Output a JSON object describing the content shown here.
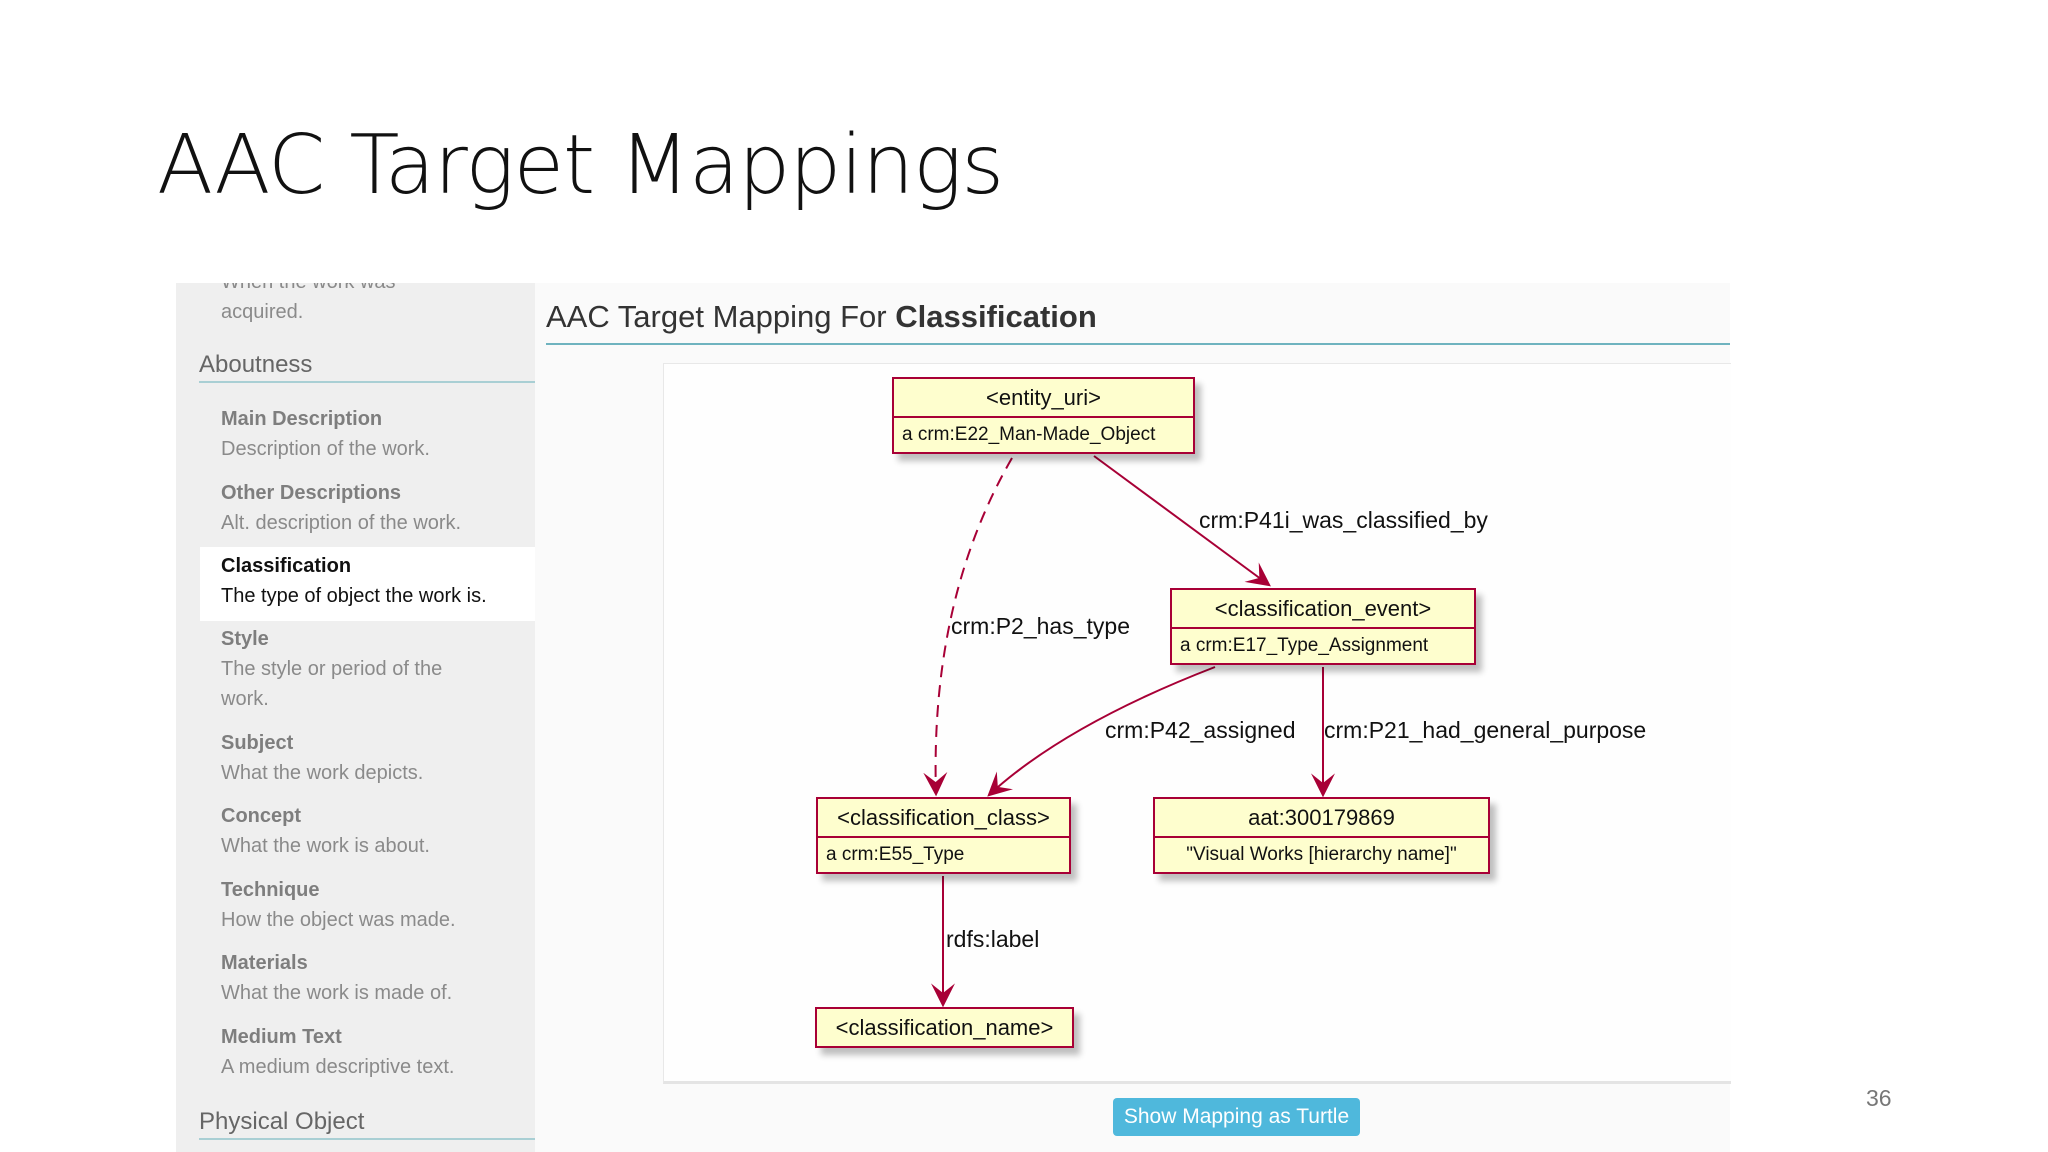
{
  "slide": {
    "title": "AAC Target Mappings",
    "page_number": "36"
  },
  "sidebar": {
    "truncated_top": "When the work was",
    "truncated_desc": "acquired.",
    "section_aboutness": "Aboutness",
    "items": [
      {
        "title": "Main Description",
        "desc": [
          "Description of the work."
        ]
      },
      {
        "title": "Other Descriptions",
        "desc": [
          "Alt. description of the work."
        ]
      },
      {
        "title": "Classification",
        "desc": [
          "The type of object the work is."
        ],
        "selected": true
      },
      {
        "title": "Style",
        "desc": [
          "The style or period of the",
          "work."
        ]
      },
      {
        "title": "Subject",
        "desc": [
          "What the work depicts."
        ]
      },
      {
        "title": "Concept",
        "desc": [
          "What the work is about."
        ]
      },
      {
        "title": "Technique",
        "desc": [
          "How the object was made."
        ]
      },
      {
        "title": "Materials",
        "desc": [
          "What the work is made of."
        ]
      },
      {
        "title": "Medium Text",
        "desc": [
          "A medium descriptive text."
        ]
      }
    ],
    "section_physical": "Physical Object"
  },
  "panel": {
    "header_prefix": "AAC Target Mapping For ",
    "header_bold": "Classification",
    "button_label": "Show Mapping as Turtle",
    "button_color": "#4fb8dc"
  },
  "diagram": {
    "node_fill": "#fefece",
    "edge_color": "#a80036",
    "nodes": {
      "entity": {
        "name": "<entity_uri>",
        "type": "a crm:E22_Man-Made_Object"
      },
      "event": {
        "name": "<classification_event>",
        "type": "a crm:E17_Type_Assignment"
      },
      "class": {
        "name": "<classification_class>",
        "type": "a crm:E55_Type"
      },
      "aat": {
        "name": "aat:300179869",
        "type": "\"Visual Works [hierarchy name]\""
      },
      "cname": {
        "name": "<classification_name>"
      }
    },
    "edges": {
      "p41i": "crm:P41i_was_classified_by",
      "p2": "crm:P2_has_type",
      "p42": "crm:P42_assigned",
      "p21": "crm:P21_had_general_purpose",
      "label": "rdfs:label"
    }
  }
}
